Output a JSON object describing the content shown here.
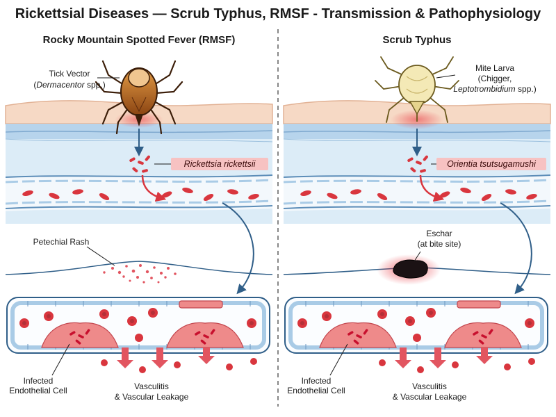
{
  "title": "Rickettsial Diseases — Scrub Typhus, RMSF - Transmission & Pathophysiology",
  "left": {
    "heading": "Rocky Mountain Spotted Fever (RMSF)",
    "vector_line1": "Tick Vector",
    "vector_line2_open": "(",
    "vector_line2_italic": "Dermacentor",
    "vector_line2_close": " spp.)",
    "pathogen": "Rickettsia rickettsii",
    "sign_label": "Petechial Rash",
    "cell_label_line1": "Infected",
    "cell_label_line2": "Endothelial Cell",
    "effect_line1": "Vasculitis",
    "effect_line2": "& Vascular Leakage"
  },
  "right": {
    "heading": "Scrub Typhus",
    "vector_line1": "Mite Larva",
    "vector_line2": "(Chigger,",
    "vector_line3_italic": "Leptotrombidium",
    "vector_line3_rest": " spp.)",
    "pathogen": "Orientia tsutsugamushi",
    "sign_line1": "Eschar",
    "sign_line2": "(at bite site)",
    "cell_label_line1": "Infected",
    "cell_label_line2": "Endothelial Cell",
    "effect_line1": "Vasculitis",
    "effect_line2": "& Vascular Leakage"
  },
  "colors": {
    "skin": "#f6d9c5",
    "skin_edge": "#e2b295",
    "dermis": "#dcecf7",
    "vessel_wall": "#a9cbe6",
    "rbc": "#d9363e",
    "infected_cell": "#ee8a8a",
    "label_highlight": "#f7c2c2",
    "arrow": "#2f5e88",
    "tick_body": "#b8641e",
    "mite_body": "#f4e9b6"
  }
}
